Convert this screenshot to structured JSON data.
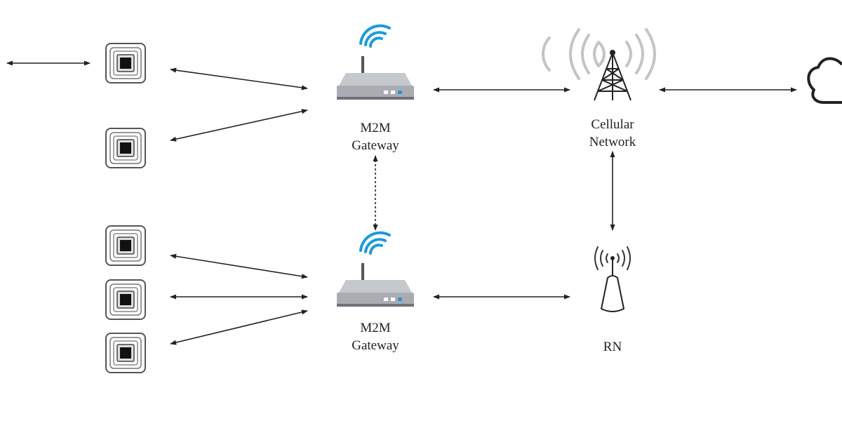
{
  "colors": {
    "line": "#222222",
    "wifi": "#1e9ad6",
    "router_body": "#a9adb3",
    "router_dark": "#6e7379",
    "tower_signal": "#c4c4c4",
    "sensor_frame": "#555555"
  },
  "icons": {
    "sensor": "sensor-chip-icon",
    "gateway": "wifi-router-icon",
    "cellular": "cell-tower-icon",
    "relay": "radio-antenna-icon",
    "cloud": "cloud-icon"
  },
  "nodes": {
    "gateway_top": {
      "line1": "M2M",
      "line2": "Gateway"
    },
    "gateway_bottom": {
      "line1": "M2M",
      "line2": "Gateway"
    },
    "cellular": {
      "line1": "Cellular",
      "line2": "Network"
    },
    "relay": {
      "line1": "RN"
    }
  }
}
